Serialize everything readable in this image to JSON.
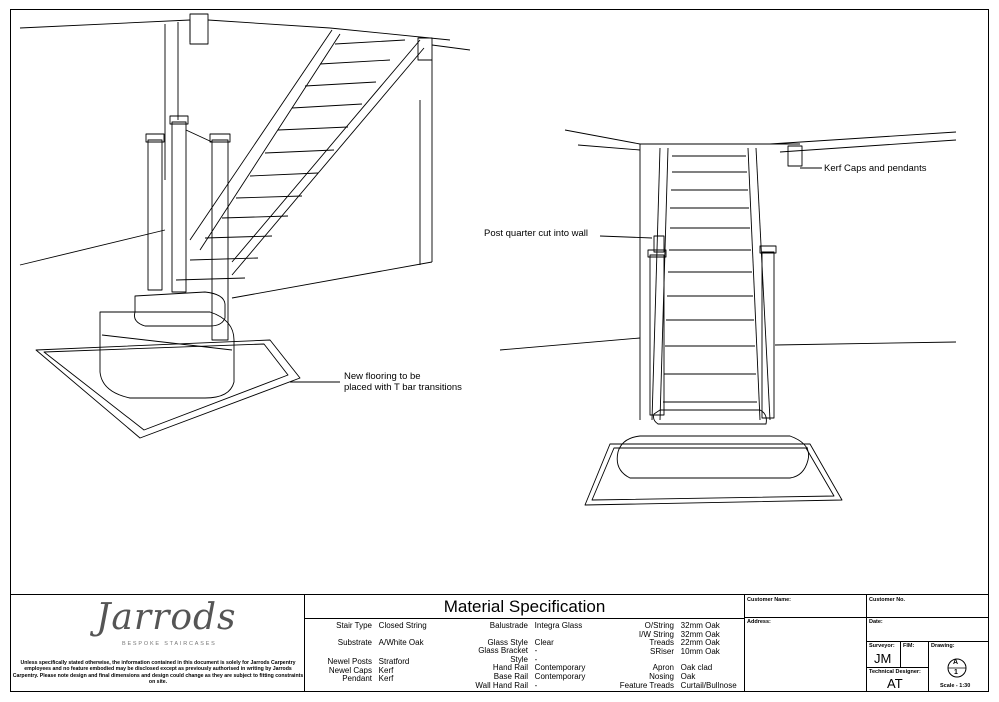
{
  "callouts": {
    "kerf": "Kerf Caps and pendants",
    "post": "Post quarter cut into wall",
    "flooring_line1": "New flooring to be",
    "flooring_line2": "placed with T bar transitions"
  },
  "title_block": {
    "brand": "Jarrods",
    "brand_sub": "BESPOKE STAIRCASES",
    "disclaimer": "Unless specifically stated otherwise, the information contained in this document is solely for Jarrods Carpentry employees and no feature embodied may be disclosed except as previously authorised in writing by Jarrods Carpentry. Please note design and final dimensions and design could change as they are subject to fitting constraints on site.",
    "spec_title": "Material Specification",
    "col1": [
      {
        "label": "Stair Type",
        "value": "Closed String"
      },
      {
        "label": "Substrate",
        "value": "A/White Oak"
      },
      {
        "label": "Newel Posts",
        "value": "Stratford"
      },
      {
        "label": "Newel Caps",
        "value": "Kerf"
      },
      {
        "label": "Pendant",
        "value": "Kerf"
      }
    ],
    "col2": [
      {
        "label": "Balustrade",
        "value": "Integra Glass"
      },
      {
        "label": "Glass Style",
        "value": "Clear"
      },
      {
        "label": "Glass Bracket",
        "value": "-"
      },
      {
        "label": "Style",
        "value": "-"
      },
      {
        "label": "Hand Rail",
        "value": "Contemporary"
      },
      {
        "label": "Base Rail",
        "value": "Contemporary"
      },
      {
        "label": "Wall Hand Rail",
        "value": "-"
      }
    ],
    "col3": [
      {
        "label": "O/String",
        "value": "32mm Oak"
      },
      {
        "label": "I/W String",
        "value": "32mm Oak"
      },
      {
        "label": "Treads",
        "value": "22mm Oak"
      },
      {
        "label": "SRiser",
        "value": "10mm Oak"
      },
      {
        "label": "Apron",
        "value": "Oak clad"
      },
      {
        "label": "Nosing",
        "value": "Oak"
      },
      {
        "label": "Feature Treads",
        "value": "Curtail/Bullnose"
      }
    ],
    "customer_name_label": "Customer Name:",
    "customer_no_label": "Customer No.",
    "address_label": "Address:",
    "date_label": "Date:",
    "surveyor_label": "Surveyor:",
    "surveyor_value": "JM",
    "fim_label": "FIM:",
    "drawing_label": "Drawing:",
    "drawing_top": "A",
    "drawing_bottom": "1",
    "tech_designer_label": "Technical Designer:",
    "tech_designer_value": "AT",
    "scale": "Scale - 1:30"
  }
}
